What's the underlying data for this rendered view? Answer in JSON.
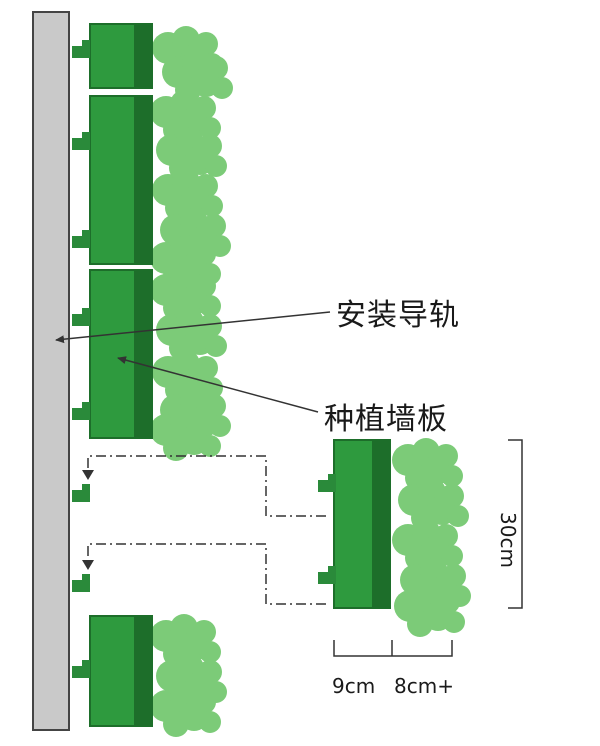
{
  "labels": {
    "rail": "安装导轨",
    "panel": "种植墙板",
    "height": "30cm",
    "width_front": "9cm",
    "width_back": "8cm+"
  },
  "colors": {
    "wall": "#c9c9c9",
    "panel_green": "#2e9a3e",
    "panel_dark": "#1d6e2a",
    "leaf_green": "#7ccb78",
    "bracket": "#2a8a3a",
    "line": "#333333"
  },
  "icons": {
    "wall": "wall-slab",
    "rail": "mounting-rail-clips",
    "panel": "planting-module",
    "plants": "leafy-plants"
  }
}
